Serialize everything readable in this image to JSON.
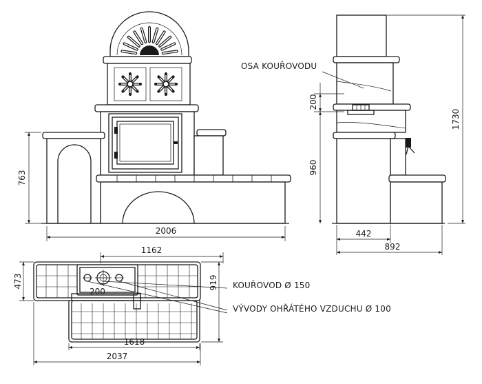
{
  "front_view": {
    "dim_width": "2006",
    "dim_height": "763"
  },
  "side_view": {
    "label_flue_axis": "OSA KOUŘOVODU",
    "dim_200": "200",
    "dim_960": "960",
    "dim_1730": "1730",
    "dim_442": "442",
    "dim_892": "892"
  },
  "plan_view": {
    "dim_1162": "1162",
    "dim_473": "473",
    "dim_919": "919",
    "dim_200": "200",
    "dim_1618": "1618",
    "dim_2037": "2037",
    "label_flue": "KOUŘOVOD Ø 150",
    "label_outlets": "VÝVODY OHŘÁTÉHO VZDUCHU Ø 100"
  }
}
